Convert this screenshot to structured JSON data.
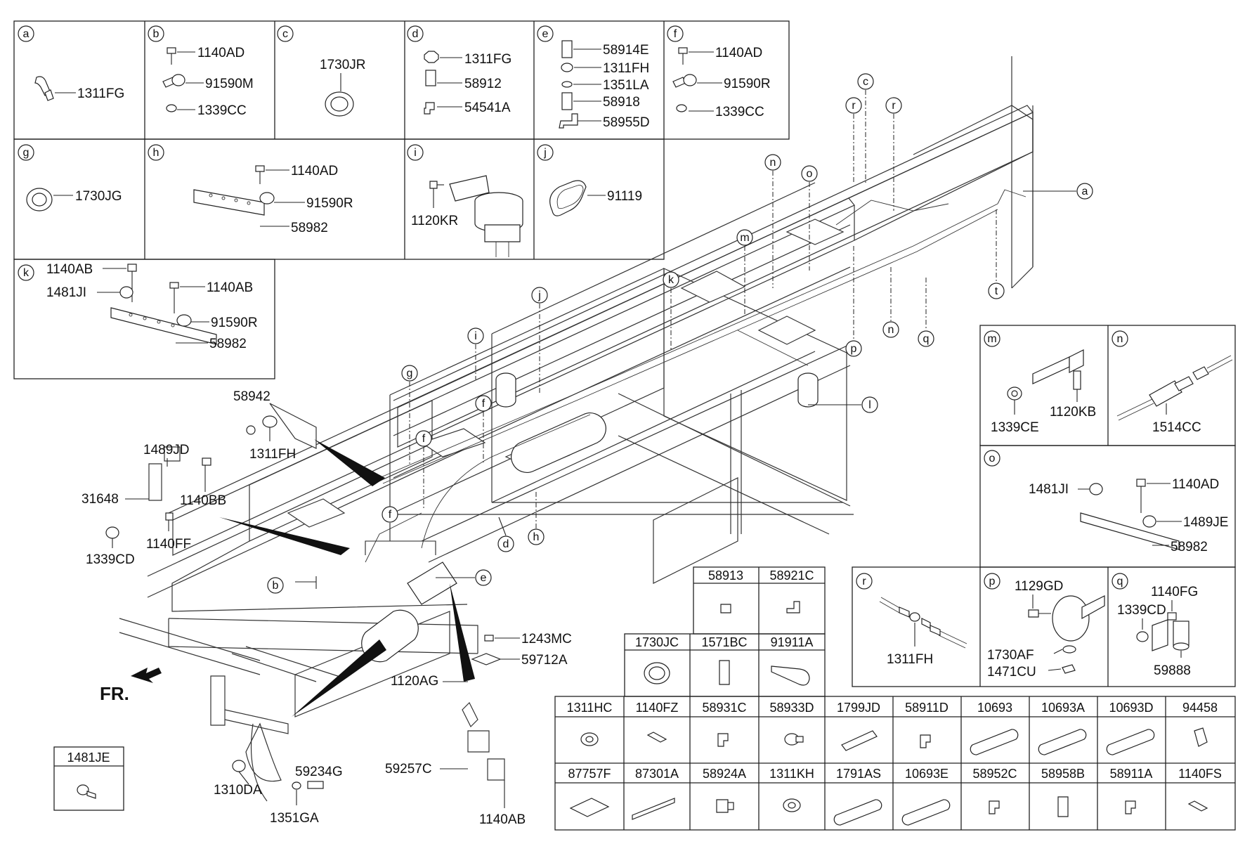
{
  "front_label": "FR.",
  "insets": {
    "a": {
      "tag": "a",
      "parts": [
        "1311FG"
      ]
    },
    "b": {
      "tag": "b",
      "parts": [
        "1140AD",
        "91590M",
        "1339CC"
      ]
    },
    "c": {
      "tag": "c",
      "parts": [
        "1730JR"
      ]
    },
    "d": {
      "tag": "d",
      "parts": [
        "1311FG",
        "58912",
        "54541A"
      ]
    },
    "e": {
      "tag": "e",
      "parts": [
        "58914E",
        "1311FH",
        "1351LA",
        "58918",
        "58955D"
      ]
    },
    "f": {
      "tag": "f",
      "parts": [
        "1140AD",
        "91590R",
        "1339CC"
      ]
    },
    "g": {
      "tag": "g",
      "parts": [
        "1730JG"
      ]
    },
    "h": {
      "tag": "h",
      "parts": [
        "1140AD",
        "91590R",
        "58982"
      ]
    },
    "i": {
      "tag": "i",
      "parts": [
        "1120KR"
      ]
    },
    "j": {
      "tag": "j",
      "parts": [
        "91119"
      ]
    },
    "k": {
      "tag": "k",
      "parts": [
        "1140AB",
        "1481JI",
        "1140AB",
        "91590R",
        "58982"
      ]
    },
    "m": {
      "tag": "m",
      "parts": [
        "1339CE",
        "1120KB"
      ]
    },
    "n": {
      "tag": "n",
      "parts": [
        "1514CC"
      ]
    },
    "o": {
      "tag": "o",
      "parts": [
        "1481JI",
        "1140AD",
        "1489JE",
        "58982"
      ]
    },
    "r": {
      "tag": "r",
      "parts": [
        "1311FH"
      ]
    },
    "p": {
      "tag": "p",
      "parts": [
        "1129GD",
        "1730AF",
        "1471CU"
      ]
    },
    "q": {
      "tag": "q",
      "parts": [
        "1140FG",
        "1339CD",
        "59888"
      ]
    }
  },
  "main_callouts": [
    "c",
    "r",
    "r",
    "n",
    "o",
    "m",
    "k",
    "a",
    "t",
    "q",
    "n",
    "p",
    "j",
    "i",
    "l",
    "g",
    "f",
    "f",
    "h",
    "d",
    "f",
    "e",
    "b"
  ],
  "main_parts": {
    "p58942": "58942",
    "p1311FH": "1311FH",
    "p1489JD": "1489JD",
    "p31648": "31648",
    "p1140BB": "1140BB",
    "p1140FF": "1140FF",
    "p1339CD": "1339CD",
    "p1243MC": "1243MC",
    "p59712A": "59712A",
    "p1120AG": "1120AG",
    "p59257C": "59257C",
    "p1140AB": "1140AB",
    "p59234G": "59234G",
    "p1310DA": "1310DA",
    "p1351GA": "1351GA"
  },
  "box_1481JE": "1481JE",
  "grid_top2": [
    "58913",
    "58921C"
  ],
  "grid_mid3": [
    "1730JC",
    "1571BC",
    "91911A"
  ],
  "grid_row1": [
    "1311HC",
    "1140FZ",
    "58931C",
    "58933D",
    "1799JD",
    "58911D",
    "10693",
    "10693A",
    "10693D",
    "94458"
  ],
  "grid_row2": [
    "87757F",
    "87301A",
    "58924A",
    "1311KH",
    "1791AS",
    "10693E",
    "58952C",
    "58958B",
    "58911A",
    "1140FS"
  ]
}
